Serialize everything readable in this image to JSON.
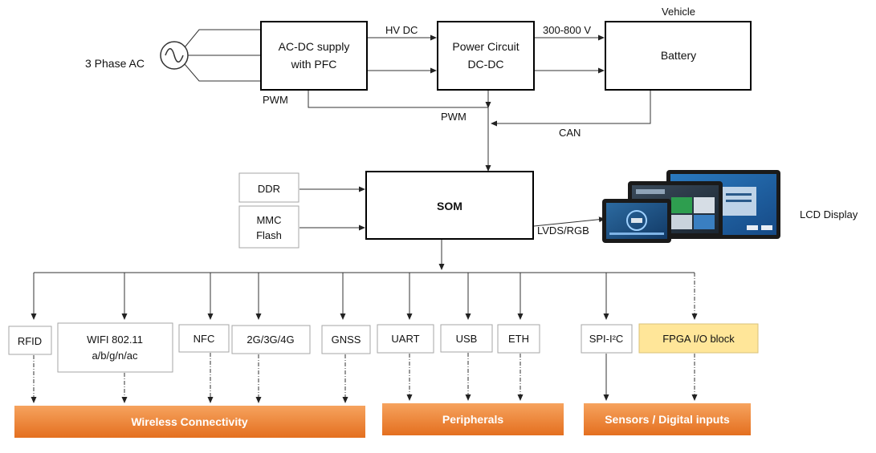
{
  "source": {
    "label": "3 Phase AC",
    "icon": "ac-source-icon"
  },
  "blocks": {
    "ac_dc": {
      "line1": "AC-DC supply",
      "line2": "with PFC"
    },
    "power_circuit": {
      "line1": "Power Circuit",
      "line2": "DC-DC"
    },
    "battery": {
      "label": "Battery",
      "caption": "Vehicle"
    },
    "som": {
      "label": "SOM"
    },
    "ddr": {
      "label": "DDR"
    },
    "mmc": {
      "line1": "MMC",
      "line2": "Flash"
    },
    "lcd": {
      "label": "LCD  Display",
      "icon": "lcd-screens-icon"
    }
  },
  "connections": {
    "hv_dc": "HV DC",
    "voltage": "300-800 V",
    "pwm_1": "PWM",
    "pwm_2": "PWM",
    "can": "CAN",
    "lvds": "LVDS/RGB"
  },
  "peripherals": {
    "rfid": "RFID",
    "wifi": {
      "line1": "WIFI 802.11",
      "line2": "a/b/g/n/ac"
    },
    "nfc": "NFC",
    "cellular": "2G/3G/4G",
    "gnss": "GNSS",
    "uart": "UART",
    "usb": "USB",
    "eth": "ETH",
    "spi_i2c": "SPI-I²C",
    "fpga": "FPGA I/O block"
  },
  "groups": {
    "wireless": "Wireless Connectivity",
    "peripherals": "Peripherals",
    "sensors": "Sensors / Digital inputs"
  },
  "colors": {
    "group_bar": "#e8772b",
    "group_bar_light": "#f6a35e",
    "fpga_fill": "#ffe699",
    "thin_border": "#a6a6a6"
  }
}
